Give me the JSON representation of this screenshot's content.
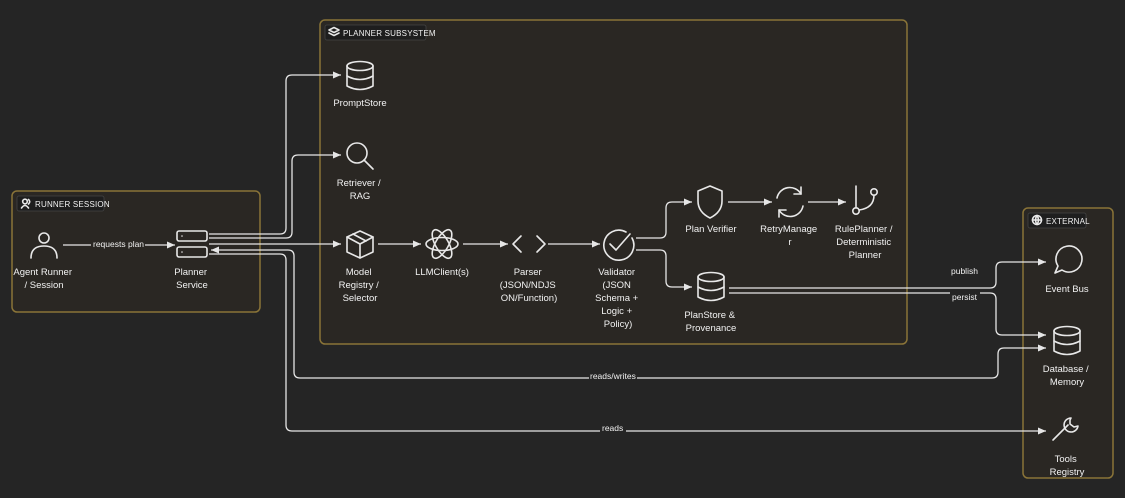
{
  "groups": {
    "runner": "RUNNER SESSION",
    "planner": "PLANNER SUBSYSTEM",
    "external": "EXTERNAL"
  },
  "nodes": {
    "agent": [
      "Agent Runner",
      "/ Session"
    ],
    "planner_service": [
      "Planner",
      "Service"
    ],
    "prompt_store": [
      "PromptStore"
    ],
    "retriever": [
      "Retriever /",
      "RAG"
    ],
    "model_registry": [
      "Model",
      "Registry /",
      "Selector"
    ],
    "llm_client": [
      "LLMClient(s)"
    ],
    "parser": [
      "Parser",
      "(JSON/NDJS",
      "ON/Function)"
    ],
    "validator": [
      "Validator",
      "(JSON",
      "Schema +",
      "Logic +",
      "Policy)"
    ],
    "plan_verifier": [
      "Plan Verifier"
    ],
    "retry_manager": [
      "RetryManage",
      "r"
    ],
    "rule_planner": [
      "RulePlanner /",
      "Deterministic",
      "Planner"
    ],
    "plan_store": [
      "PlanStore &",
      "Provenance"
    ],
    "event_bus": [
      "Event Bus"
    ],
    "database": [
      "Database /",
      "Memory"
    ],
    "tools": [
      "Tools",
      "Registry"
    ]
  },
  "edges": {
    "requests_plan": "requests plan",
    "publish": "publish",
    "persist": "persist",
    "reads_writes": "reads/writes",
    "reads": "reads"
  },
  "colors": {
    "background": "#252525",
    "group_fill": "#2a2723",
    "group_border": "#8a7438",
    "line": "#e6e6e6"
  }
}
